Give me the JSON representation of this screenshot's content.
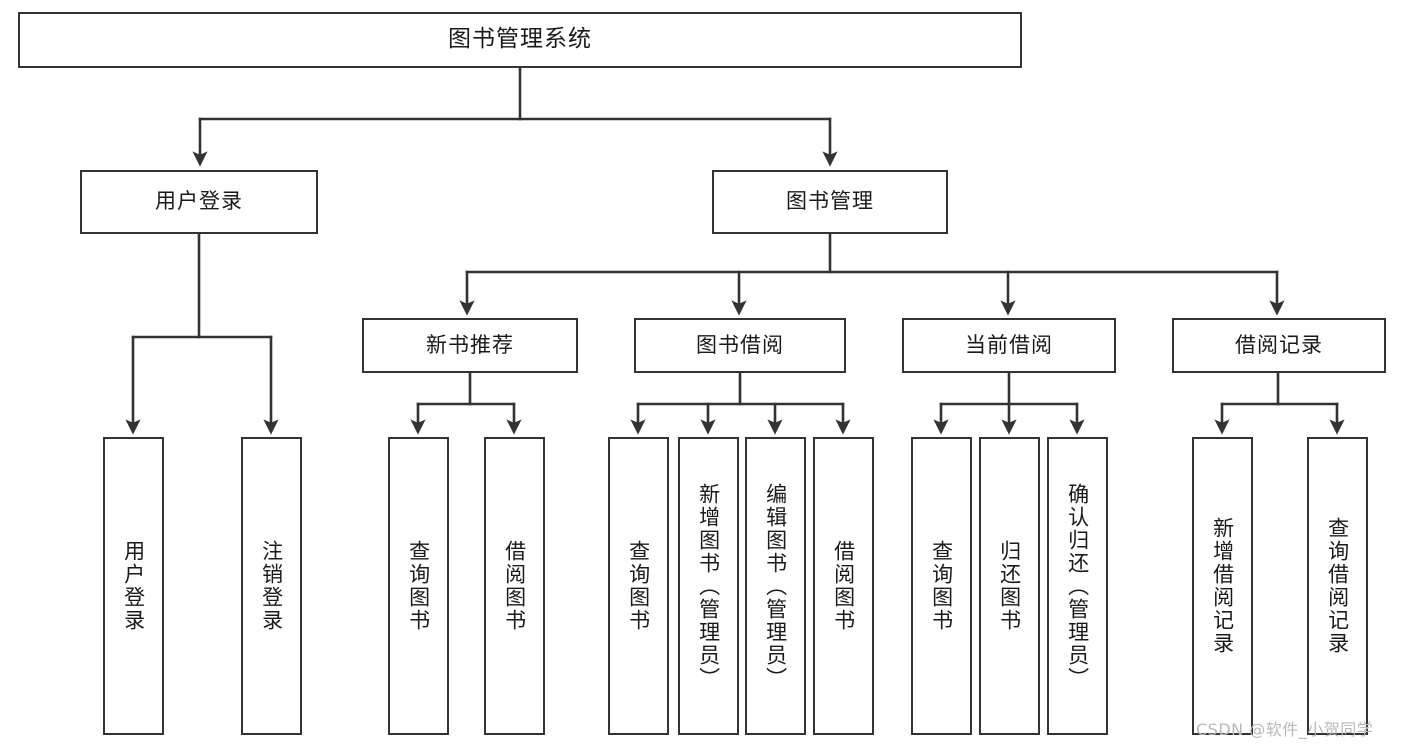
{
  "diagram": {
    "title": "图书管理系统",
    "type": "tree",
    "colors": {
      "box_border": "#333333",
      "box_fill": "#ffffff",
      "line": "#333333",
      "text": "#1a1a1a",
      "background": "#ffffff",
      "watermark": "#b9b9b9"
    },
    "root": {
      "label": "图书管理系统"
    },
    "level2": [
      {
        "id": "user-login",
        "label": "用户登录"
      },
      {
        "id": "book-manage",
        "label": "图书管理"
      }
    ],
    "level3": [
      {
        "id": "new-book-recommend",
        "label": "新书推荐",
        "parent": "book-manage"
      },
      {
        "id": "book-borrow",
        "label": "图书借阅",
        "parent": "book-manage"
      },
      {
        "id": "current-borrow",
        "label": "当前借阅",
        "parent": "book-manage"
      },
      {
        "id": "borrow-record",
        "label": "借阅记录",
        "parent": "book-manage"
      }
    ],
    "leaves": {
      "user_login": [
        {
          "id": "leaf-user-login",
          "label": "用户登录"
        },
        {
          "id": "leaf-user-logout",
          "label": "注销登录"
        }
      ],
      "new_book_recommend": [
        {
          "id": "leaf-query-book-1",
          "label": "查询图书"
        },
        {
          "id": "leaf-borrow-book-1",
          "label": "借阅图书"
        }
      ],
      "book_borrow": [
        {
          "id": "leaf-query-book-2",
          "label": "查询图书"
        },
        {
          "id": "leaf-add-book",
          "label": "新增图书（管理员）"
        },
        {
          "id": "leaf-edit-book",
          "label": "编辑图书（管理员）"
        },
        {
          "id": "leaf-borrow-book-2",
          "label": "借阅图书"
        }
      ],
      "current_borrow": [
        {
          "id": "leaf-query-book-3",
          "label": "查询图书"
        },
        {
          "id": "leaf-return-book",
          "label": "归还图书"
        },
        {
          "id": "leaf-confirm-return",
          "label": "确认归还（管理员）"
        }
      ],
      "borrow_record": [
        {
          "id": "leaf-add-record",
          "label": "新增借阅记录"
        },
        {
          "id": "leaf-query-record",
          "label": "查询借阅记录"
        }
      ]
    }
  },
  "watermark": {
    "text": "CSDN @软件_小贺同学"
  }
}
